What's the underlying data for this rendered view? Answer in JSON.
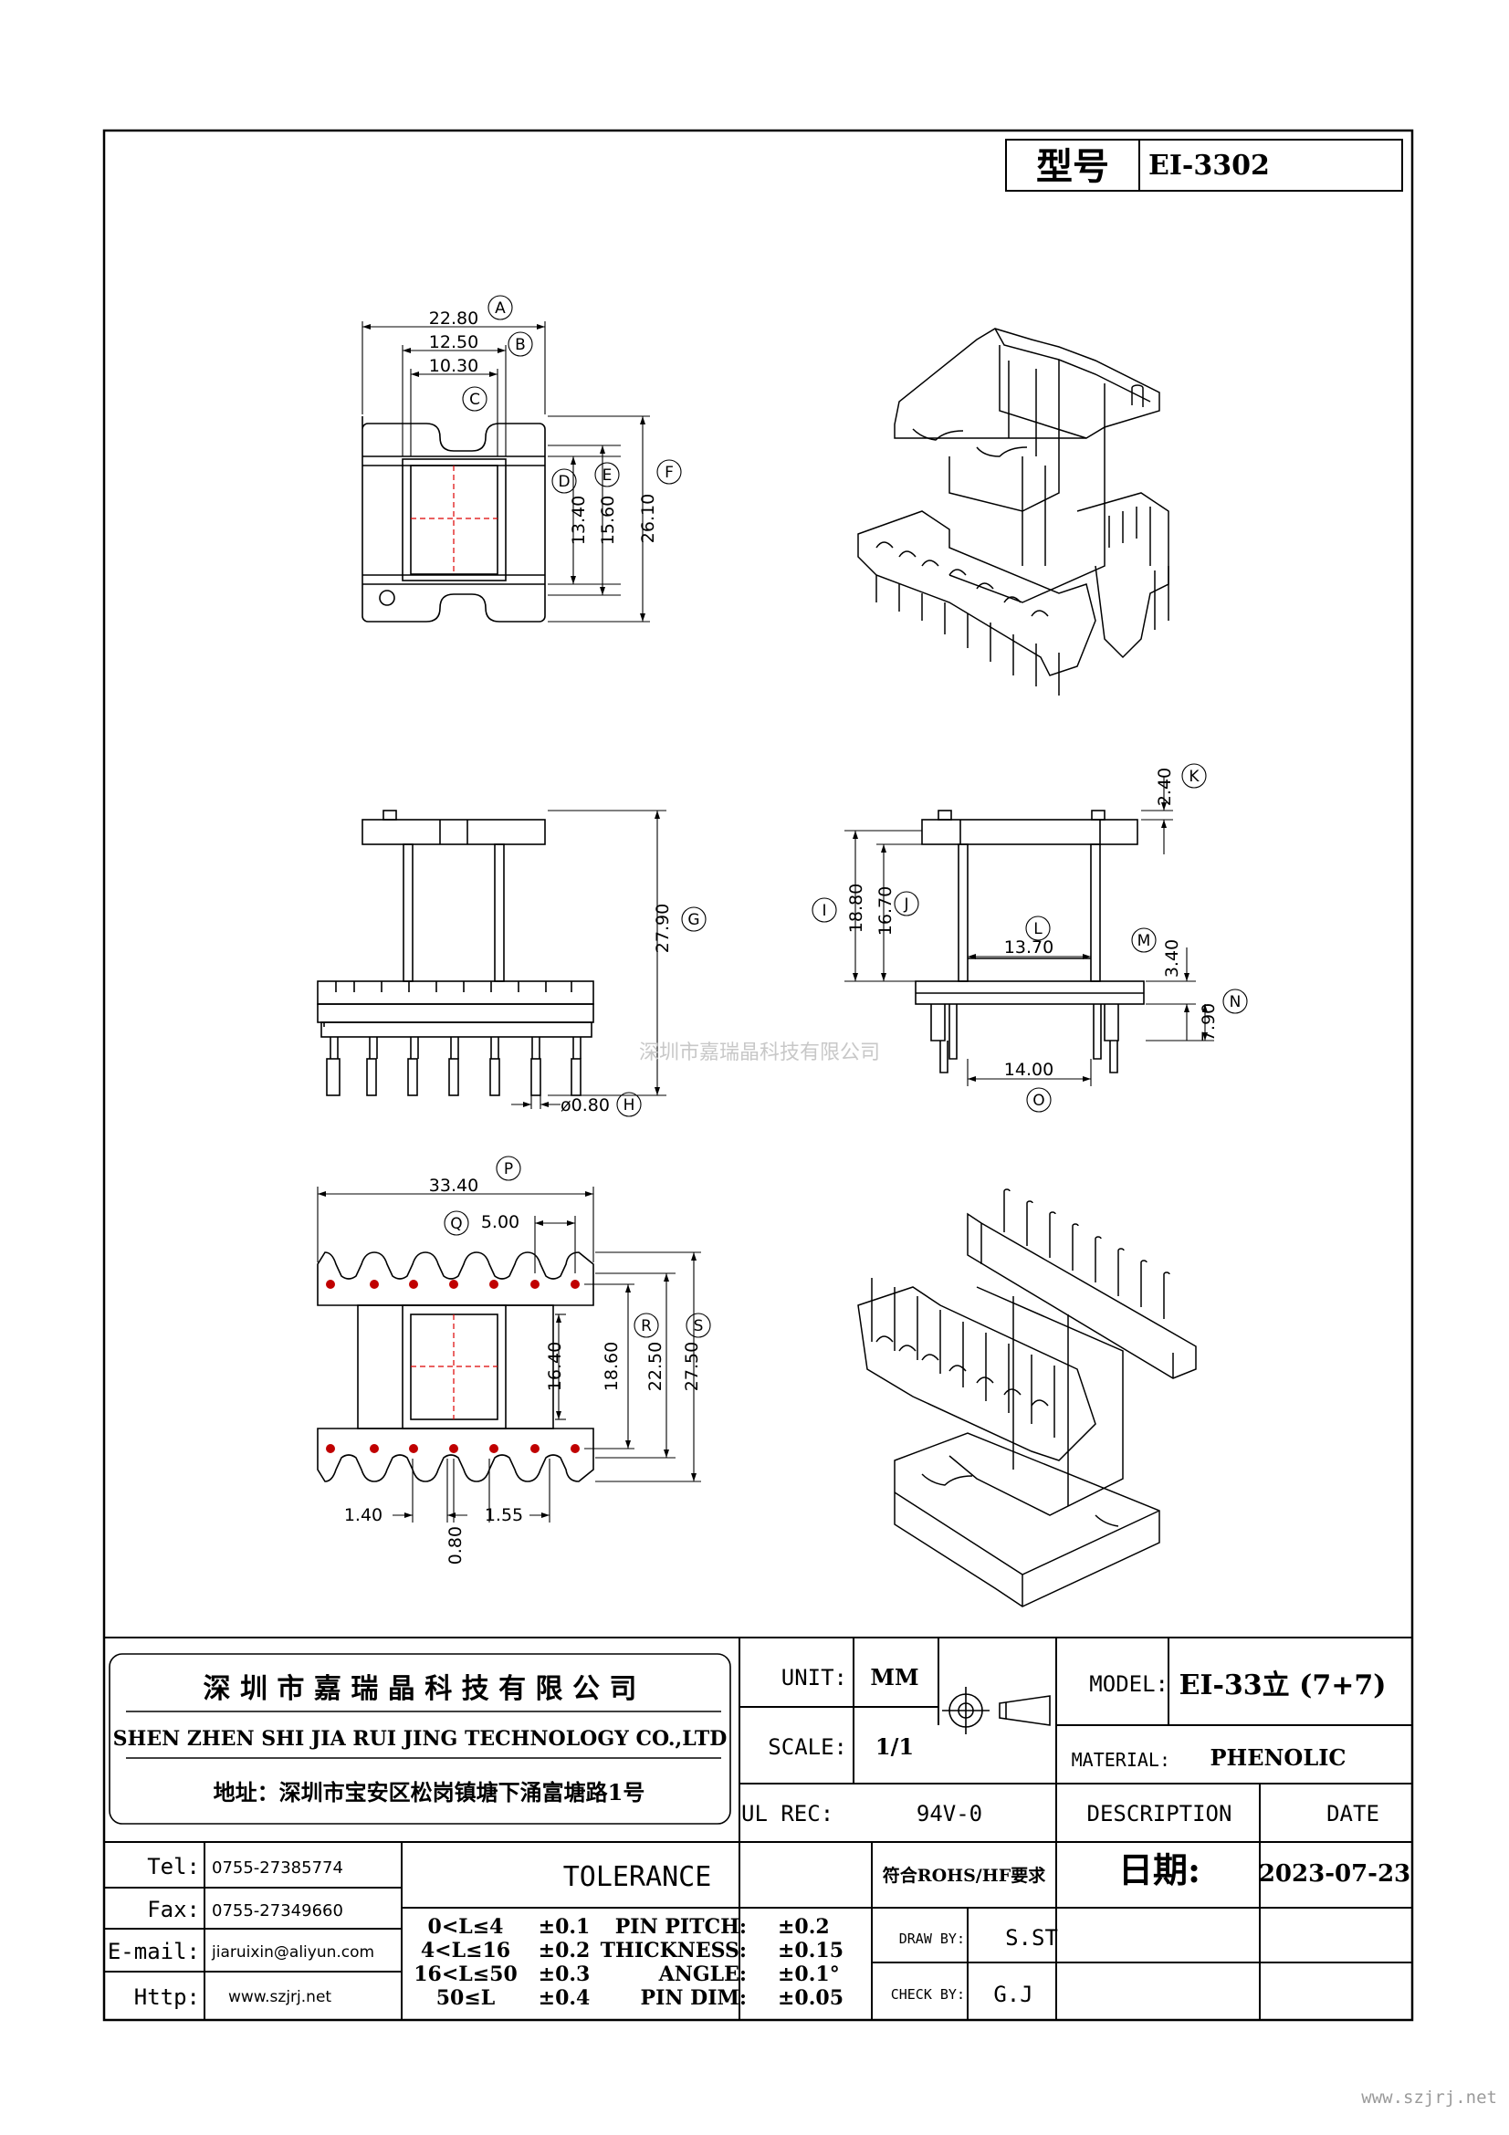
{
  "model_box": {
    "label": "型号",
    "value": "EI-3302"
  },
  "watermark_center": "深圳市嘉瑞晶科技有限公司",
  "watermark_corner": "www.szjrj.net",
  "top_view": {
    "dims": {
      "A": "22.80",
      "B": "12.50",
      "C": "10.30",
      "D": "13.40",
      "E": "15.60",
      "F": "26.10"
    }
  },
  "front_view": {
    "dims": {
      "G": "27.90",
      "H": "ø0.80"
    }
  },
  "side_view": {
    "dims": {
      "I": "18.80",
      "J": "16.70",
      "K": "2.40",
      "L": "13.70",
      "M": "3.40",
      "N": "7.90",
      "O": "14.00"
    }
  },
  "bottom_view": {
    "dims": {
      "P": "33.40",
      "Q": "5.00",
      "R": "18.60",
      "S": "27.50",
      "inner_height": "16.40",
      "mid_height": "22.50",
      "left_gap": "1.40",
      "pin_dia": "0.80",
      "right_gap": "1.55"
    }
  },
  "callouts": [
    "A",
    "B",
    "C",
    "D",
    "E",
    "F",
    "G",
    "H",
    "I",
    "J",
    "K",
    "L",
    "M",
    "N",
    "O",
    "P",
    "Q",
    "R",
    "S"
  ],
  "title_block": {
    "company_cn": "深 圳 市 嘉 瑞 晶 科 技 有 限 公 司",
    "company_en": "SHEN ZHEN SHI  JIA RUI JING  TECHNOLOGY CO.,LTD",
    "address": "地址：深圳市宝安区松岗镇塘下涌富塘路1号",
    "unit_label": "UNIT:",
    "unit_value": "MM",
    "scale_label": "SCALE:",
    "scale_value": "1/1",
    "ul_label": "UL REC:",
    "ul_value": "94V-0",
    "model_label": "MODEL:",
    "model_value": "EI-33立 (7+7)",
    "material_label": "MATERIAL:",
    "material_value": "PHENOLIC",
    "description_label": "DESCRIPTION",
    "date_label": "DATE",
    "date_cn_label": "日期:",
    "date_value": "2023-07-23",
    "rohs": "符合ROHS/HF要求",
    "tel_label": "Tel:",
    "tel_value": "0755-27385774",
    "fax_label": "Fax:",
    "fax_value": "0755-27349660",
    "email_label": "E-mail:",
    "email_value": "jiaruixin@aliyun.com",
    "http_label": "Http:",
    "http_value": "www.szjrj.net",
    "tolerance_title": "TOLERANCE",
    "tolerance_rows": [
      {
        "range": "0<L≤4",
        "tol": "±0.1"
      },
      {
        "range": "4<L≤16",
        "tol": "±0.2"
      },
      {
        "range": "16<L≤50",
        "tol": "±0.3"
      },
      {
        "range": "50≤L",
        "tol": "±0.4"
      }
    ],
    "spec_rows": [
      {
        "name": "PIN PITCH:",
        "tol": "±0.2"
      },
      {
        "name": "THICKNESS:",
        "tol": "±0.15"
      },
      {
        "name": "ANGLE:",
        "tol": "±0.1°"
      },
      {
        "name": "PIN DIM:",
        "tol": "±0.05"
      }
    ],
    "draw_by_label": "DRAW BY:",
    "draw_by_value": "S.ST",
    "check_by_label": "CHECK BY:",
    "check_by_value": "G.J"
  }
}
